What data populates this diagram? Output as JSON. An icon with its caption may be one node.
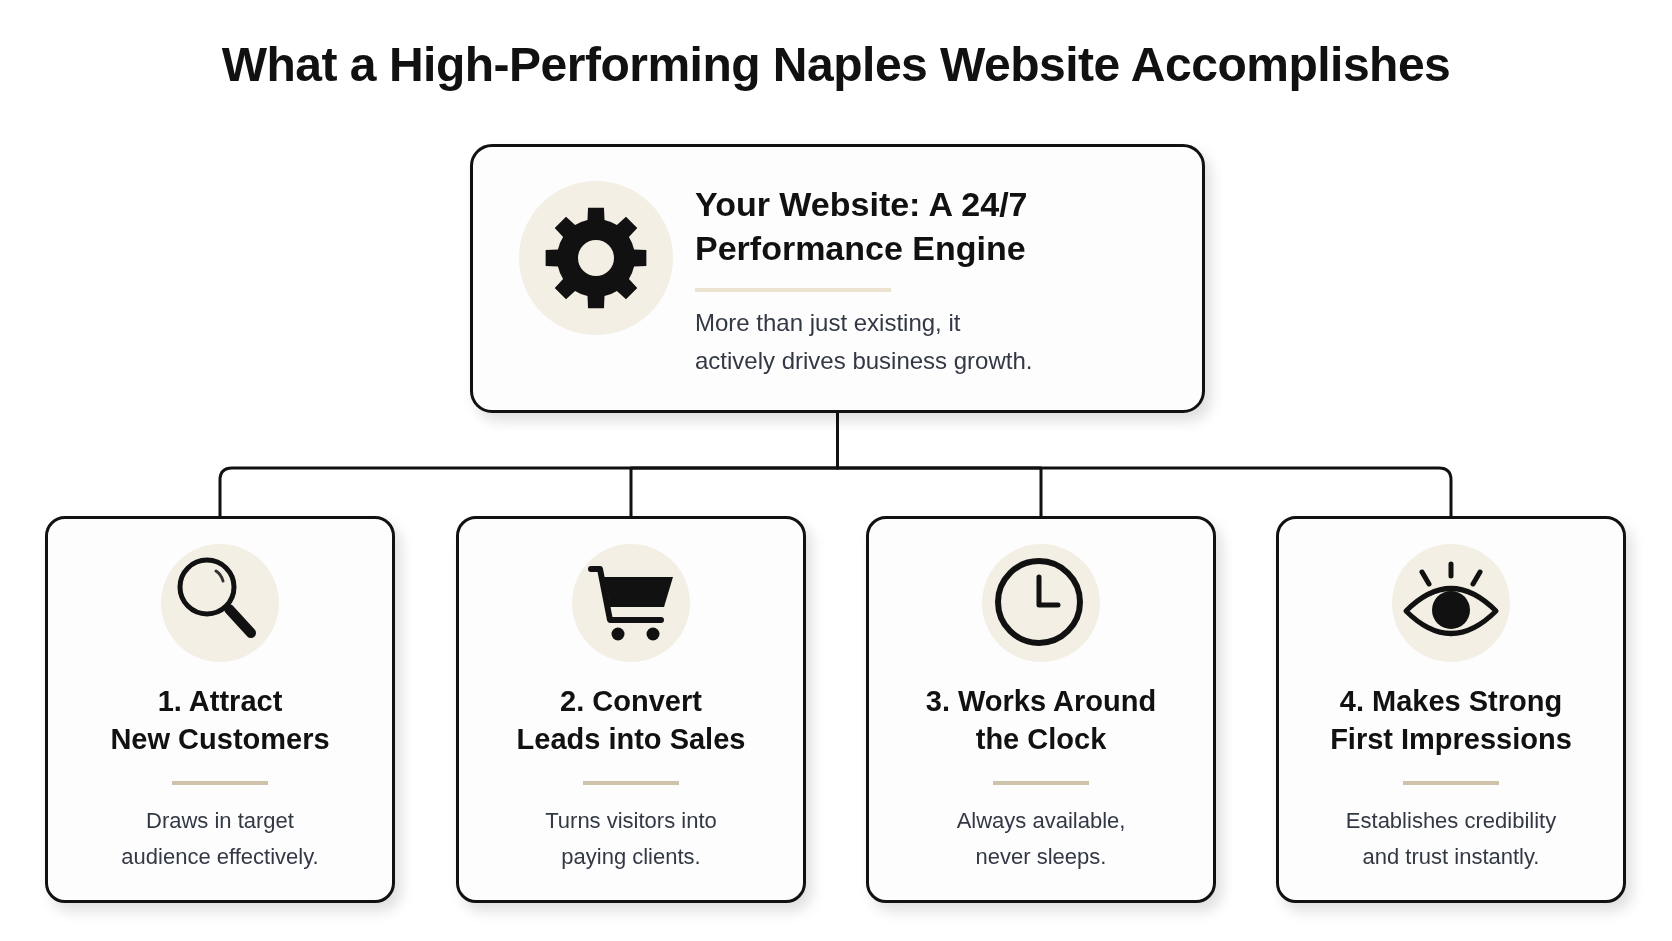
{
  "diagram": {
    "title": "What a High-Performing Naples Website Accomplishes",
    "nodes": [
      {
        "text": [
          "Your Website: A 24/7 Performance Engine",
          "More than just existing, it actively drives business growth."
        ]
      },
      {
        "text": [
          "1. Attract New Customers",
          "Draws in target audience effectively."
        ]
      },
      {
        "text": [
          "2. Convert Leads into Sales",
          "Turns visitors into paying clients."
        ]
      },
      {
        "text": [
          "3. Works Around the Clock",
          "Always available, never sleeps."
        ]
      },
      {
        "text": [
          "4. Makes Strong First Impressions",
          "Establishes credibility and trust instantly."
        ]
      }
    ],
    "edges": [
      {
        "from": 0,
        "to": 1,
        "arrow": "none"
      },
      {
        "from": 0,
        "to": 2,
        "arrow": "none"
      },
      {
        "from": 0,
        "to": 3,
        "arrow": "none"
      },
      {
        "from": 0,
        "to": 4,
        "arrow": "none"
      }
    ]
  }
}
